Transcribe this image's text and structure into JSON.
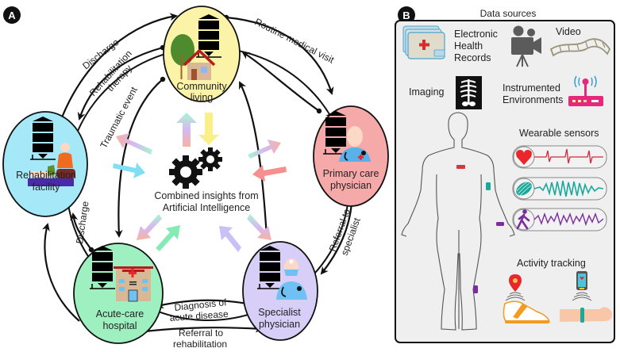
{
  "panels": {
    "a": {
      "badge": "A",
      "center_label_line1": "Combined insights from",
      "center_label_line2": "Artificial Intelligence",
      "nodes": [
        {
          "id": "community",
          "line1": "Community",
          "line2": "living",
          "color": "#fbf4a8"
        },
        {
          "id": "primary",
          "line1": "Primary care",
          "line2": "physician",
          "color": "#f6a9a9"
        },
        {
          "id": "specialist",
          "line1": "Specialist",
          "line2": "physician",
          "color": "#d7cff7"
        },
        {
          "id": "acute",
          "line1": "Acute-care",
          "line2": "hospital",
          "color": "#9ff0c0"
        },
        {
          "id": "rehab",
          "line1": "Rehabilitation",
          "line2": "facility",
          "color": "#a5e8f7"
        }
      ],
      "edges": {
        "discharge_top": "Discharge",
        "rehab_therapy_1": "Rehabilitation",
        "rehab_therapy_2": "therapy",
        "traumatic_event": "Traumatic event",
        "routine_visit": "Routine medical visit",
        "referral_specialist_1": "Referral to",
        "referral_specialist_2": "specialist",
        "diagnosis_1": "Diagnosis of",
        "diagnosis_2": "acute disease",
        "referral_rehab_1": "Referral to",
        "referral_rehab_2": "rehabilitation",
        "discharge_left": "Discharge"
      }
    },
    "b": {
      "badge": "B",
      "title": "Data sources",
      "ehr_1": "Electronic",
      "ehr_2": "Health",
      "ehr_3": "Records",
      "video": "Video",
      "imaging": "Imaging",
      "instrumented_1": "Instrumented",
      "instrumented_2": "Environments",
      "wearable_title": "Wearable sensors",
      "activity_title": "Activity tracking"
    }
  },
  "colors": {
    "heart": "#e8262c",
    "emg": "#1aa99a",
    "gait": "#7b2d9e",
    "router": "#e8267a",
    "shoe": "#f39a1f",
    "panel_bg": "#efefef"
  }
}
